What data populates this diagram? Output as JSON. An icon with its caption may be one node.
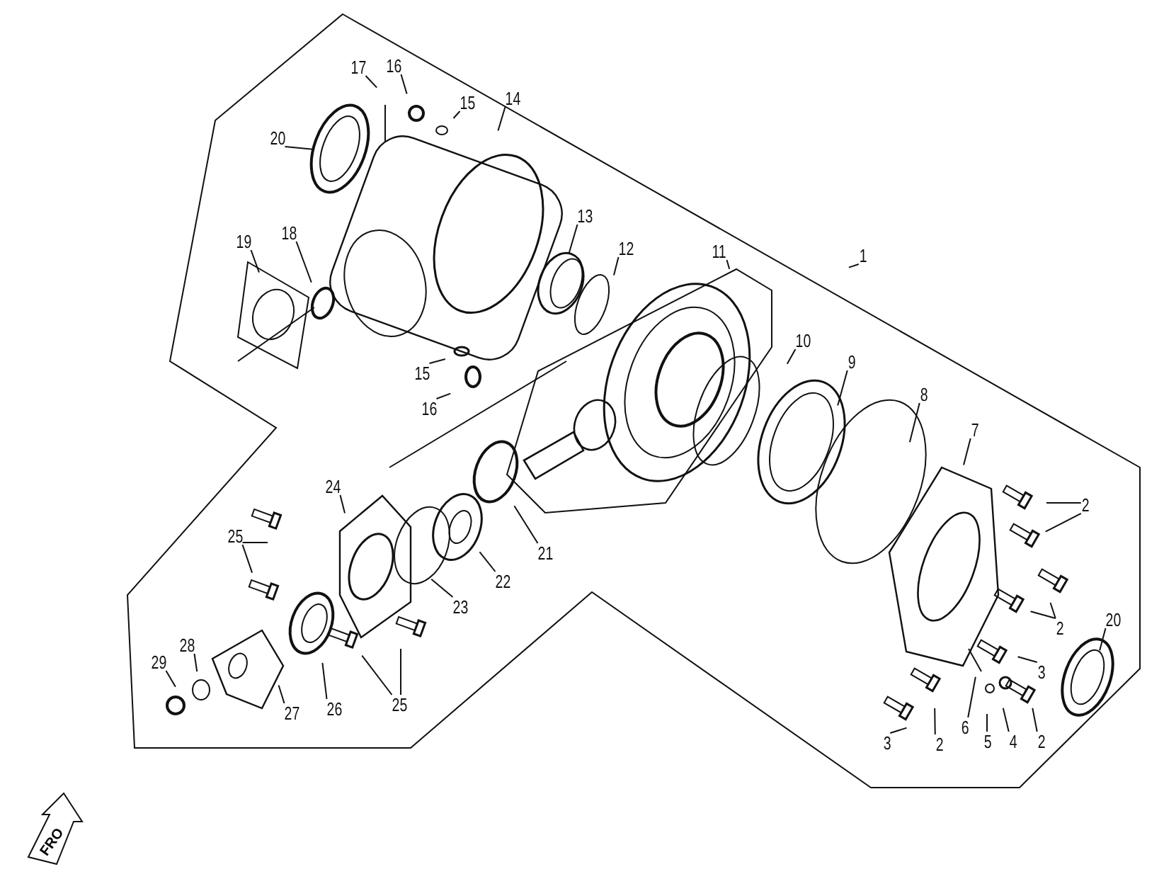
{
  "diagram": {
    "nodes": [
      {
        "text": [
          "17"
        ]
      },
      {
        "text": [
          "16"
        ]
      },
      {
        "text": [
          "15"
        ]
      },
      {
        "text": [
          "14"
        ]
      },
      {
        "text": [
          "20"
        ]
      },
      {
        "text": [
          "13"
        ]
      },
      {
        "text": [
          "19"
        ]
      },
      {
        "text": [
          "18"
        ]
      },
      {
        "text": [
          "12"
        ]
      },
      {
        "text": [
          "1"
        ]
      },
      {
        "text": [
          "11"
        ]
      },
      {
        "text": [
          "10"
        ]
      },
      {
        "text": [
          "9"
        ]
      },
      {
        "text": [
          "15"
        ]
      },
      {
        "text": [
          "8"
        ]
      },
      {
        "text": [
          "16"
        ]
      },
      {
        "text": [
          "7"
        ]
      },
      {
        "text": [
          "24"
        ]
      },
      {
        "text": [
          "2"
        ]
      },
      {
        "text": [
          "25"
        ]
      },
      {
        "text": [
          "21"
        ]
      },
      {
        "text": [
          "22"
        ]
      },
      {
        "text": [
          "23"
        ]
      },
      {
        "text": [
          "20"
        ]
      },
      {
        "text": [
          "2"
        ]
      },
      {
        "text": [
          "28"
        ]
      },
      {
        "text": [
          "29"
        ]
      },
      {
        "text": [
          "3"
        ]
      },
      {
        "text": [
          "25"
        ]
      },
      {
        "text": [
          "26"
        ]
      },
      {
        "text": [
          "27"
        ]
      },
      {
        "text": [
          "6"
        ]
      },
      {
        "text": [
          "5"
        ]
      },
      {
        "text": [
          "4"
        ]
      },
      {
        "text": [
          "2"
        ]
      },
      {
        "text": [
          "2"
        ]
      },
      {
        "text": [
          "3"
        ]
      }
    ],
    "edges": [
      {
        "from": 0,
        "to": null,
        "arrow": "none"
      },
      {
        "from": 1,
        "to": null,
        "arrow": "none"
      },
      {
        "from": 2,
        "to": null,
        "arrow": "none"
      },
      {
        "from": 3,
        "to": null,
        "arrow": "none"
      },
      {
        "from": 4,
        "to": null,
        "arrow": "none"
      },
      {
        "from": 5,
        "to": null,
        "arrow": "none"
      },
      {
        "from": 6,
        "to": null,
        "arrow": "none"
      },
      {
        "from": 7,
        "to": null,
        "arrow": "none"
      },
      {
        "from": 8,
        "to": null,
        "arrow": "none"
      },
      {
        "from": 9,
        "to": null,
        "arrow": "none"
      },
      {
        "from": 10,
        "to": null,
        "arrow": "none"
      },
      {
        "from": 11,
        "to": null,
        "arrow": "none"
      },
      {
        "from": 12,
        "to": null,
        "arrow": "none"
      },
      {
        "from": 13,
        "to": null,
        "arrow": "none"
      },
      {
        "from": 14,
        "to": null,
        "arrow": "none"
      },
      {
        "from": 15,
        "to": null,
        "arrow": "none"
      },
      {
        "from": 16,
        "to": null,
        "arrow": "none"
      },
      {
        "from": 17,
        "to": null,
        "arrow": "none"
      },
      {
        "from": 18,
        "to": null,
        "arrow": "none"
      },
      {
        "from": 18,
        "to": null,
        "arrow": "none"
      },
      {
        "from": 19,
        "to": null,
        "arrow": "none"
      },
      {
        "from": 19,
        "to": null,
        "arrow": "none"
      },
      {
        "from": 20,
        "to": null,
        "arrow": "none"
      },
      {
        "from": 21,
        "to": null,
        "arrow": "none"
      },
      {
        "from": 22,
        "to": null,
        "arrow": "none"
      },
      {
        "from": 23,
        "to": null,
        "arrow": "none"
      },
      {
        "from": 24,
        "to": null,
        "arrow": "none"
      },
      {
        "from": 24,
        "to": null,
        "arrow": "none"
      },
      {
        "from": 25,
        "to": null,
        "arrow": "none"
      },
      {
        "from": 26,
        "to": null,
        "arrow": "none"
      },
      {
        "from": 27,
        "to": null,
        "arrow": "none"
      },
      {
        "from": 28,
        "to": null,
        "arrow": "none"
      },
      {
        "from": 28,
        "to": null,
        "arrow": "none"
      },
      {
        "from": 29,
        "to": null,
        "arrow": "none"
      },
      {
        "from": 30,
        "to": null,
        "arrow": "none"
      },
      {
        "from": 31,
        "to": null,
        "arrow": "none"
      },
      {
        "from": 32,
        "to": null,
        "arrow": "none"
      },
      {
        "from": 33,
        "to": null,
        "arrow": "none"
      },
      {
        "from": 34,
        "to": null,
        "arrow": "none"
      },
      {
        "from": 35,
        "to": null,
        "arrow": "none"
      },
      {
        "from": 36,
        "to": null,
        "arrow": "none"
      }
    ],
    "labels": [
      "FRO"
    ]
  }
}
